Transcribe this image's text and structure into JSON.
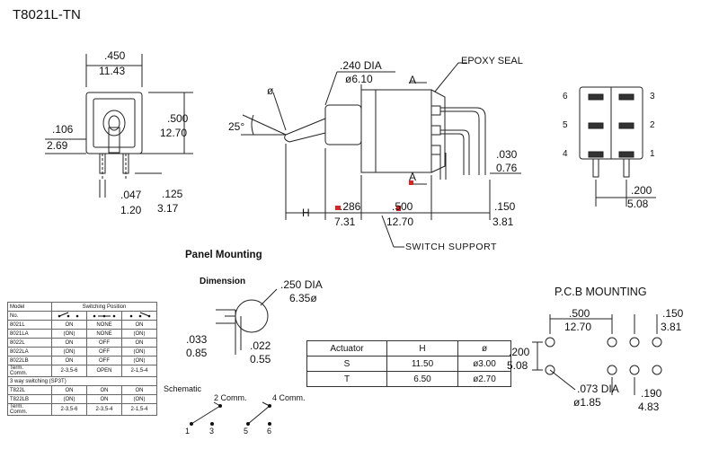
{
  "title": "T8021L-TN",
  "front_view": {
    "width_in": ".450",
    "width_mm": "11.43",
    "height_in": ".500",
    "height_mm": "12.70",
    "offset_in": ".106",
    "offset_mm": "2.69",
    "pin_w_in": ".047",
    "pin_w_mm": "1.20",
    "pin_len_in": ".125",
    "pin_len_mm": "3.17"
  },
  "side_view": {
    "phi": "ø",
    "angle": "25°",
    "dia_in": ".240 DIA",
    "dia_mm": "ø6.10",
    "epoxy": "EPOXY SEAL",
    "mark_a1": "A",
    "mark_a2": "A",
    "h_label": "H",
    "b1_in": ".286",
    "b1_mm": "7.31",
    "b2_in": ".500",
    "b2_mm": "12.70",
    "c_in": ".150",
    "c_mm": "3.81",
    "d_in": ".030",
    "d_mm": "0.76",
    "switch_support": "SWITCH SUPPORT"
  },
  "pin_view": {
    "pin6": "6",
    "pin5": "5",
    "pin4": "4",
    "pin3": "3",
    "pin2": "2",
    "pin1": "1",
    "sp_in": ".200",
    "sp_mm": "5.08"
  },
  "panel_mounting": "Panel Mounting",
  "dimension": {
    "title": "Dimension",
    "dia_in": ".250 DIA",
    "dia_mm": "6.35ø",
    "k1_in": ".033",
    "k1_mm": "0.85",
    "k2_in": ".022",
    "k2_mm": "0.55"
  },
  "switch_table": {
    "h_model": "Model",
    "h_no": "No.",
    "h_position": "Switching Position",
    "rows": [
      [
        "8021L",
        "ON",
        "NONE",
        "ON"
      ],
      [
        "8021LA",
        "(ON)",
        "NONE",
        "(ON)"
      ],
      [
        "8022L",
        "ON",
        "OFF",
        "ON"
      ],
      [
        "8022LA",
        "(ON)",
        "OFF",
        "(ON)"
      ],
      [
        "8022LB",
        "ON",
        "OFF",
        "(ON)"
      ]
    ],
    "term1": [
      "Term.",
      "Comm.",
      "2-3,5-6",
      "OPEN",
      "2-1,5-4"
    ],
    "sp3t": "3 way switching (SP3T)",
    "rows2": [
      [
        "T822L",
        "ON",
        "ON",
        "ON"
      ],
      [
        "T822LB",
        "(ON)",
        "ON",
        "(ON)"
      ]
    ],
    "term2": [
      "Term.",
      "Comm.",
      "2-3,5-6",
      "2-3,5-4",
      "2-1,5-4"
    ]
  },
  "actuator_table": {
    "headers": [
      "Actuator",
      "H",
      "ø"
    ],
    "rows": [
      [
        "S",
        "11.50",
        "ø3.00"
      ],
      [
        "T",
        "6.50",
        "ø2.70"
      ]
    ]
  },
  "schematic": {
    "title": "Schematic",
    "comm2": "2 Comm.",
    "comm4": "4 Comm.",
    "p1": "1",
    "p3": "3",
    "p5": "5",
    "p6": "6"
  },
  "pcb": {
    "title": "P.C.B MOUNTING",
    "a_in": ".500",
    "a_mm": "12.70",
    "b_in": ".150",
    "b_mm": "3.81",
    "c_in": ".200",
    "c_mm": "5.08",
    "d_in": ".073 DIA",
    "d_mm": "ø1.85",
    "e_in": ".190",
    "e_mm": "4.83"
  }
}
